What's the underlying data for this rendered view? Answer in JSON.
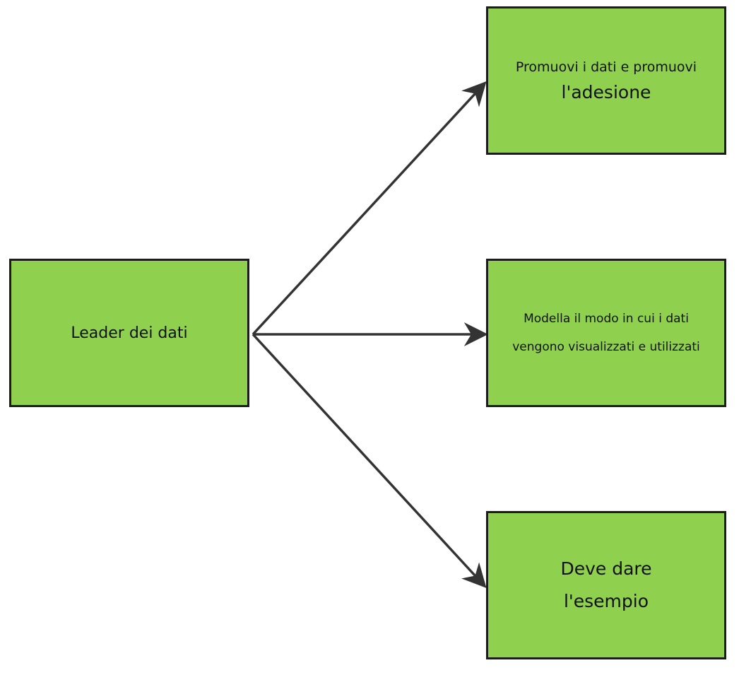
{
  "colors": {
    "box_fill": "#8fd14f",
    "border": "#1c1c1c",
    "arrow": "#333333"
  },
  "nodes": {
    "root": {
      "label": "Leader dei dati"
    },
    "top": {
      "line1": "Promuovi i dati e promuovi",
      "line2": "l'adesione"
    },
    "middle": {
      "line1": "Modella il modo in cui i dati",
      "line2": "vengono visualizzati e utilizzati"
    },
    "bottom": {
      "line1": "Deve dare",
      "line2": "l'esempio"
    }
  }
}
